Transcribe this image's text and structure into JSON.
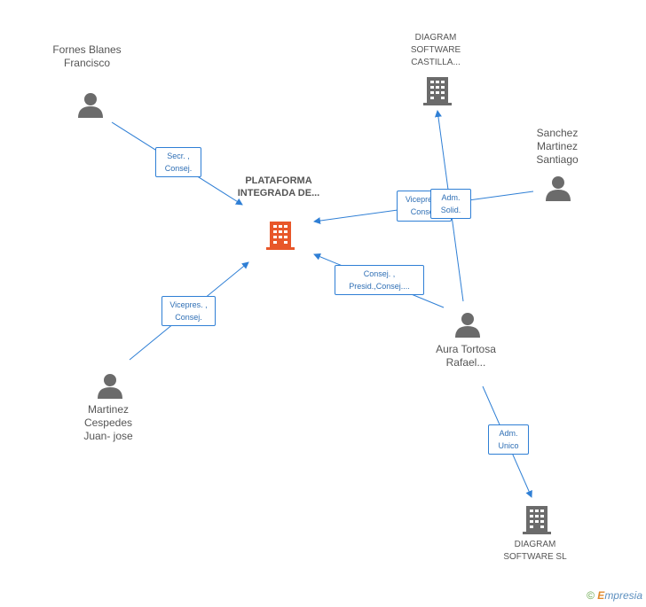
{
  "nodes": {
    "center": "PLATAFORMA INTEGRADA DE...",
    "fornes": "Fornes Blanes Francisco",
    "diagram_castilla": "DIAGRAM SOFTWARE CASTILLA...",
    "sanchez": "Sanchez Martinez Santiago",
    "martinez": "Martinez Cespedes Juan- jose",
    "aura": "Aura Tortosa Rafael...",
    "diagram_sl": "DIAGRAM SOFTWARE SL"
  },
  "edges": {
    "fornes_center": "Secr. , Consej.",
    "martinez_center": "Vicepres. , Consej.",
    "sanchez_center": "Vicepres. , Consej.",
    "aura_center": "Consej. , Presid.,Consej....",
    "aura_castilla": "Adm. Solid.",
    "aura_sl": "Adm. Unico"
  },
  "colors": {
    "edge": "#2f7fd5",
    "person": "#6b6b6b",
    "company": "#6b6b6b",
    "center_company": "#e8572a"
  },
  "footer": {
    "copyright": "©",
    "brand_first": "E",
    "brand_rest": "mpresia"
  }
}
